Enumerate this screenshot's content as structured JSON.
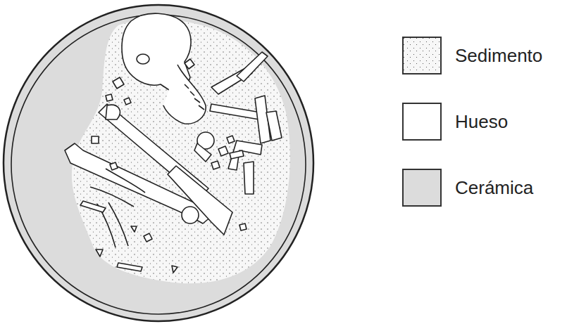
{
  "diagram": {
    "legend": [
      {
        "text": "Sedimento"
      },
      {
        "text": "Hueso",
        "color": "#ffffff"
      },
      {
        "text": "Cerámica",
        "color": "#dcdcdc"
      }
    ]
  }
}
